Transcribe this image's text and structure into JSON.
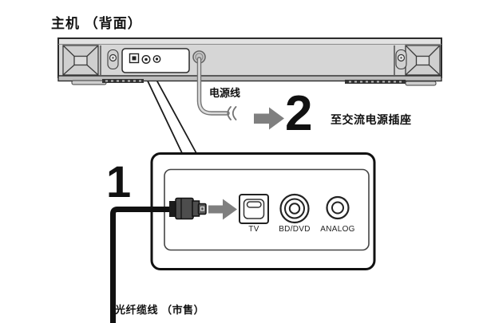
{
  "page": {
    "title": "主机 （背面）"
  },
  "steps": {
    "step1": {
      "number": "1",
      "cable_label": "光纤缆线 （市售）"
    },
    "step2": {
      "number": "2",
      "power_cord_label": "电源线",
      "destination_label": "至交流电源插座"
    }
  },
  "callout": {
    "ports": [
      {
        "id": "tv",
        "label": "TV",
        "type": "optical-digital-input"
      },
      {
        "id": "bd-dvd",
        "label": "BD/DVD",
        "type": "rca-input"
      },
      {
        "id": "analog",
        "label": "ANALOG",
        "type": "rca-input"
      }
    ]
  },
  "icons": {
    "arrow_right": "block-arrow-right",
    "cord_break": "wavy-break-marks",
    "optical_plug": "toslink-plug",
    "speaker_bracket": "x-brace-square",
    "screw": "round-screw-head"
  },
  "colors": {
    "device_gray": "#d6d6d6",
    "device_band_gray": "#bdbdbd",
    "panel_white": "#ffffff",
    "arrow_gray": "#7f7f7f",
    "outline_dark": "#2b2b2b",
    "cable_black": "#111111"
  }
}
